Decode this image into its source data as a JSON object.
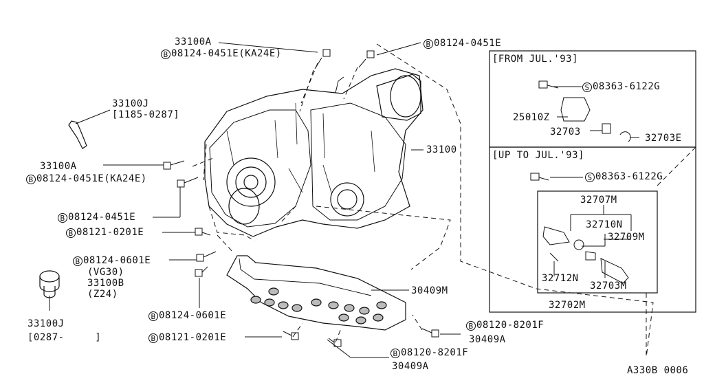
{
  "diagram_code": "A330B 0006",
  "insets": {
    "from": {
      "title": "[FROM JUL.'93]"
    },
    "upto": {
      "title": "[UP TO JUL.'93]"
    }
  },
  "labels": {
    "l33100A_top": "33100A",
    "b_top1": "08124-0451E(KA24E)",
    "b_top_right": "08124-0451E",
    "l33100J_a": "33100J",
    "l33100J_a_range": "[1185-0287]",
    "l33100": "33100",
    "l33100A_mid": "33100A",
    "b_mid1": "08124-0451E(KA24E)",
    "b_mid2": "08124-0451E",
    "b_0201_a": "08121-0201E",
    "b_0601_a": "08124-0601E",
    "vg30": "(VG30)",
    "l33100B": "33100B",
    "z24": "(Z24)",
    "l33100J_b": "33100J",
    "l33100J_b_range": "[0287-     ]",
    "b_0601_b": "08124-0601E",
    "b_0201_b": "08121-0201E",
    "l30409M": "30409M",
    "b_8201_a": "08120-8201F",
    "l30409A_a": "30409A",
    "b_8201_b": "08120-8201F",
    "l30409A_b": "30409A",
    "s_from": "08363-6122G",
    "l25010Z": "25010Z",
    "l32703": "32703",
    "l32703E": "32703E",
    "s_upto": "08363-6122G",
    "l32707M": "32707M",
    "l32710N": "32710N",
    "l32709M": "32709M",
    "l32712N": "32712N",
    "l32703M": "32703M",
    "l32702M": "32702M"
  },
  "markers": {
    "bolt": "B",
    "screw": "S"
  }
}
